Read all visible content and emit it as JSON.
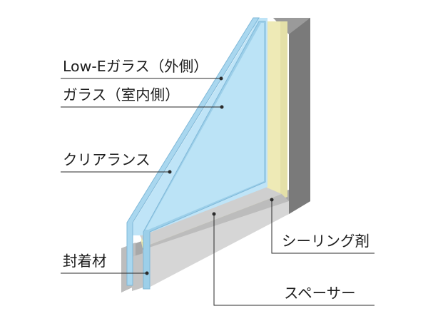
{
  "diagram": {
    "labels": {
      "low_e_glass": "Low-Eガラス（外側）",
      "glass_inner": "ガラス（室内側）",
      "clearance": "クリアランス",
      "sealant": "封着材",
      "sealing_agent": "シーリング剤",
      "spacer": "スペーサー"
    },
    "colors": {
      "glass_pane": "#9ccfe9",
      "glass_edge": "#7fb8d8",
      "clearance_air": "#bfe4f7",
      "sealing_cream": "#eeeab6",
      "sealing_cream_light": "#f4f1c6",
      "spacer_gray": "#c9c9c9",
      "frame_gray": "#8a8a8a",
      "frame_dark": "#666666",
      "leader_line": "#2b2b2b"
    }
  }
}
